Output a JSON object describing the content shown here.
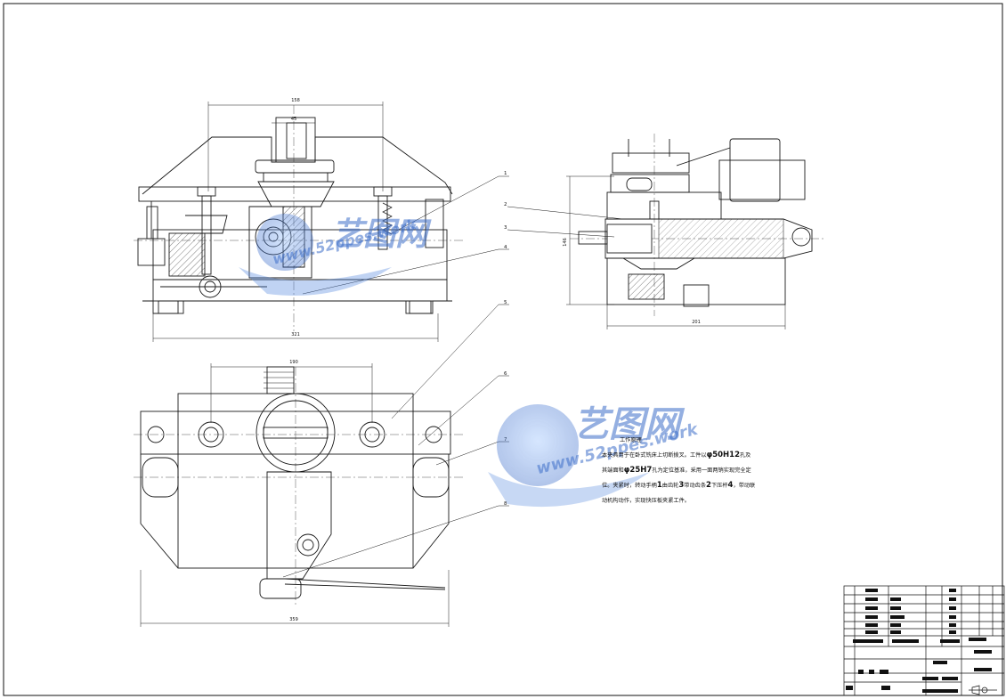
{
  "drawing": {
    "dimensions": {
      "front_top_width": "158",
      "front_inner_width": "45",
      "front_bottom_width": "321",
      "side_height": "146",
      "side_bottom_width": "201",
      "plan_top_width": "190",
      "plan_bottom_width": "359"
    },
    "part_numbers": [
      "1",
      "2",
      "3",
      "4",
      "5",
      "6",
      "7",
      "8"
    ]
  },
  "notes": {
    "title": "工作原理",
    "line1_pre": "本夹具用于在卧式铣床上切断拨叉。工件以",
    "line1_dim": "φ50H12",
    "line1_post": "孔及",
    "line2_pre": "其端面和",
    "line2_dim": "φ25H7",
    "line2_post": "孔为定位基准，采用一面两销实现完全定",
    "line3_pre": "位。夹紧时，转动手柄",
    "line3_n1": "1",
    "line3_mid": "由齿轮",
    "line3_n3": "3",
    "line3_mid2": "带动齿条",
    "line3_n2": "2",
    "line3_mid3": "下压杆",
    "line3_n4": "4",
    "line3_post": "，带动联",
    "line4": "动机构动作，实现快压板夹紧工件。"
  },
  "watermark": {
    "brand": "艺图网",
    "url": "52ppes.work",
    "url_prefix": "www."
  },
  "colors": {
    "line": "#1a1a1a",
    "centerline": "#555555",
    "watermark": "#3c6ec8"
  }
}
